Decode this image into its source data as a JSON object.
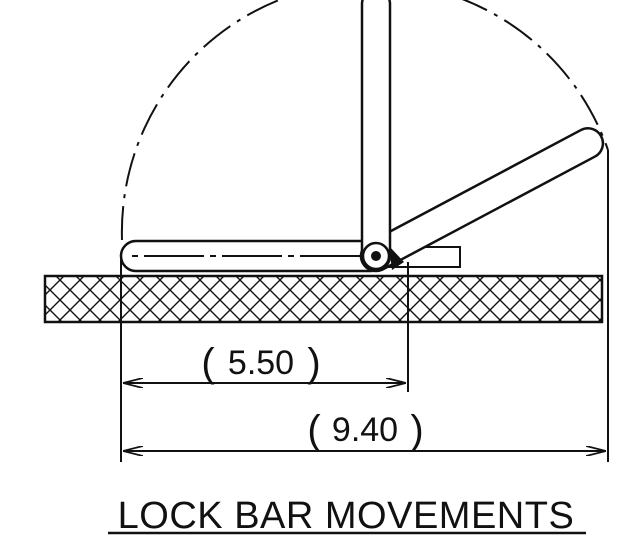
{
  "title": "LOCK BAR MOVEMENTS",
  "dimensions": {
    "short": "5.50",
    "long": "9.40",
    "open_paren": "(",
    "close_paren": ")"
  },
  "colors": {
    "ink": "#111111",
    "background": "#ffffff"
  }
}
